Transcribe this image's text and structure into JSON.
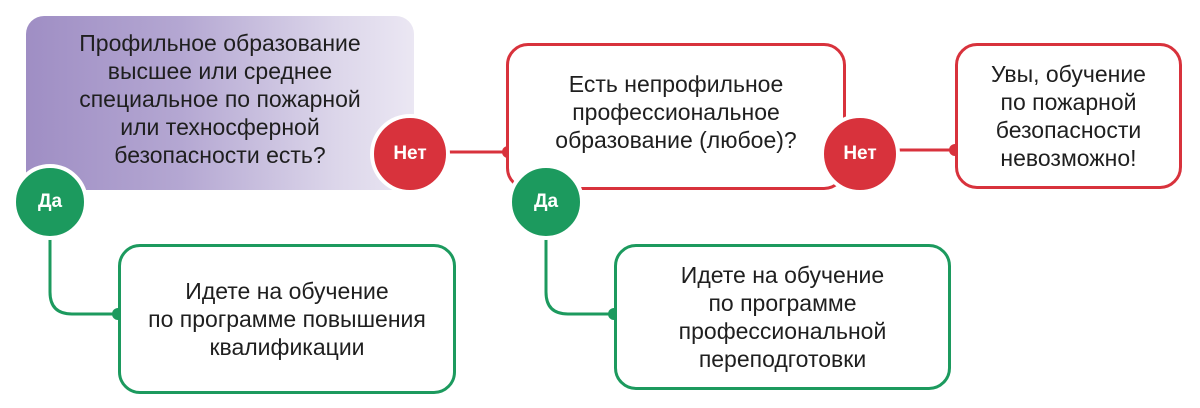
{
  "nodes": {
    "question_profile": "Профильное образование\nвысшее или среднее\nспециальное по пожарной\nили техносферной\nбезопасности есть?",
    "question_nonprofile": "Есть непрофильное\nпрофессиональное\nобразование (любое)?",
    "result_impossible": "Увы, обучение\nпо пожарной\nбезопасности\nневозможно!",
    "result_qualification": "Идете на обучение\nпо программе повышения\nквалификации",
    "result_retraining": "Идете на обучение\nпо программе\nпрофессиональной\nпереподготовки"
  },
  "labels": {
    "no_1": "Нет",
    "no_2": "Нет",
    "yes_1": "Да",
    "yes_2": "Да"
  },
  "colors": {
    "red": "#d8323c",
    "green": "#1c9a5e",
    "purple_start": "#9f8ec4",
    "purple_end": "#ebe7f3"
  }
}
